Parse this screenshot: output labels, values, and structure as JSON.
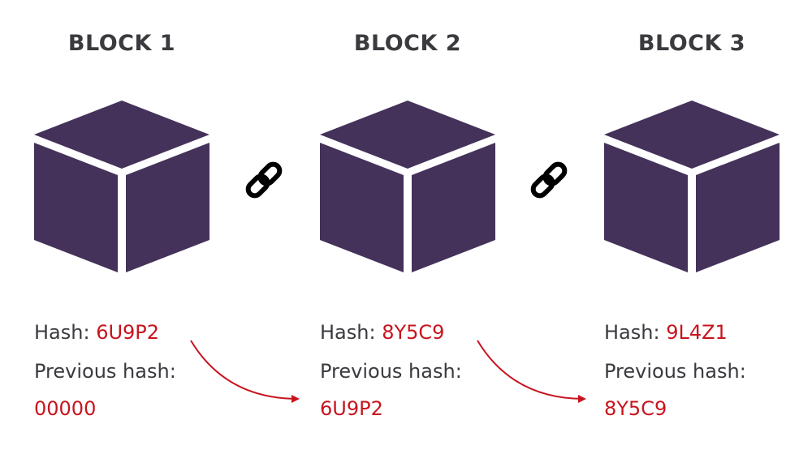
{
  "blocks": [
    {
      "title": "BLOCK 1",
      "hash_label": "Hash:",
      "hash": "6U9P2",
      "prev_label": "Previous hash:",
      "prev_hash": "00000"
    },
    {
      "title": "BLOCK 2",
      "hash_label": "Hash:",
      "hash": "8Y5C9",
      "prev_label": "Previous hash:",
      "prev_hash": "6U9P2"
    },
    {
      "title": "BLOCK 3",
      "hash_label": "Hash:",
      "hash": "9L4Z1",
      "prev_label": "Previous hash:",
      "prev_hash": "8Y5C9"
    }
  ],
  "links": [
    {
      "icon": "chain-link-icon"
    },
    {
      "icon": "chain-link-icon"
    }
  ],
  "colors": {
    "cube": "#44325a",
    "text": "#3a3a3f",
    "hash": "#c8141e",
    "link": "#000000"
  }
}
